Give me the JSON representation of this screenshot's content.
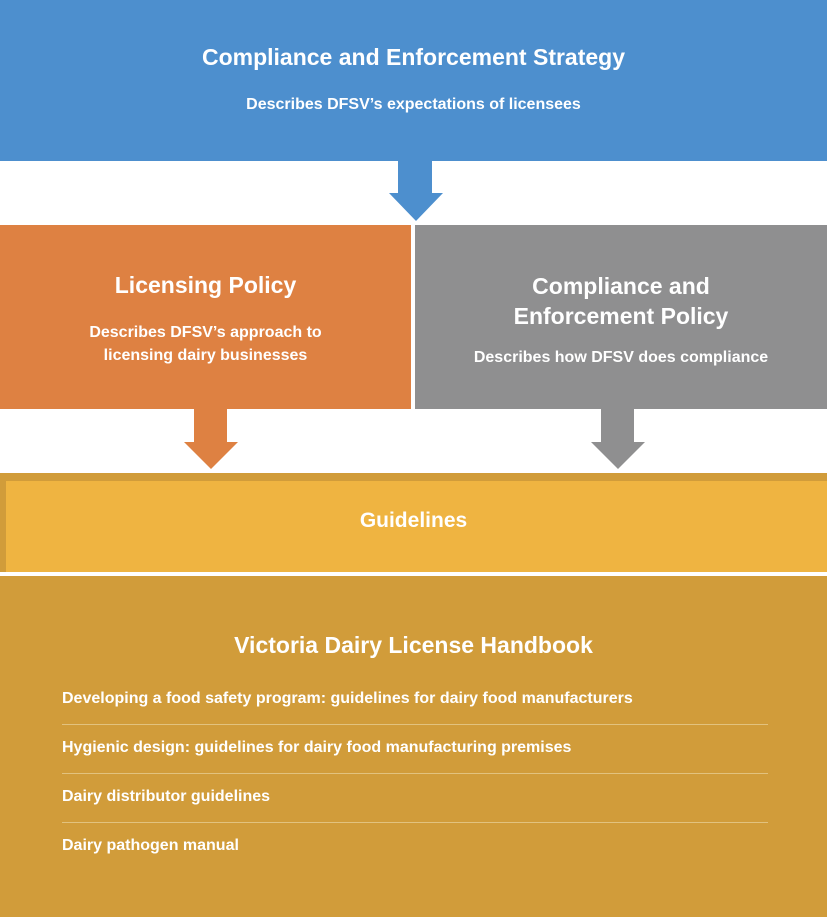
{
  "strategy": {
    "title": "Compliance and Enforcement Strategy",
    "subtitle": "Describes DFSV’s expectations of licensees",
    "color": "#4d8fce"
  },
  "licensing": {
    "title": "Licensing Policy",
    "subtitle_line1": "Describes DFSV’s approach to",
    "subtitle_line2": "licensing dairy businesses",
    "color": "#de8142"
  },
  "compliance_policy": {
    "title_line1": "Compliance and",
    "title_line2": "Enforcement Policy",
    "subtitle": "Describes how DFSV does compliance",
    "color": "#8f8f90"
  },
  "guidelines": {
    "title": "Guidelines",
    "color": "#efb441"
  },
  "handbook": {
    "title": "Victoria Dairy License Handbook",
    "items": [
      "Developing a food safety program: guidelines for dairy food manufacturers",
      "Hygienic design: guidelines for dairy food manufacturing  premises",
      "Dairy distributor guidelines",
      "Dairy pathogen manual"
    ],
    "color": "#d19c3a"
  }
}
